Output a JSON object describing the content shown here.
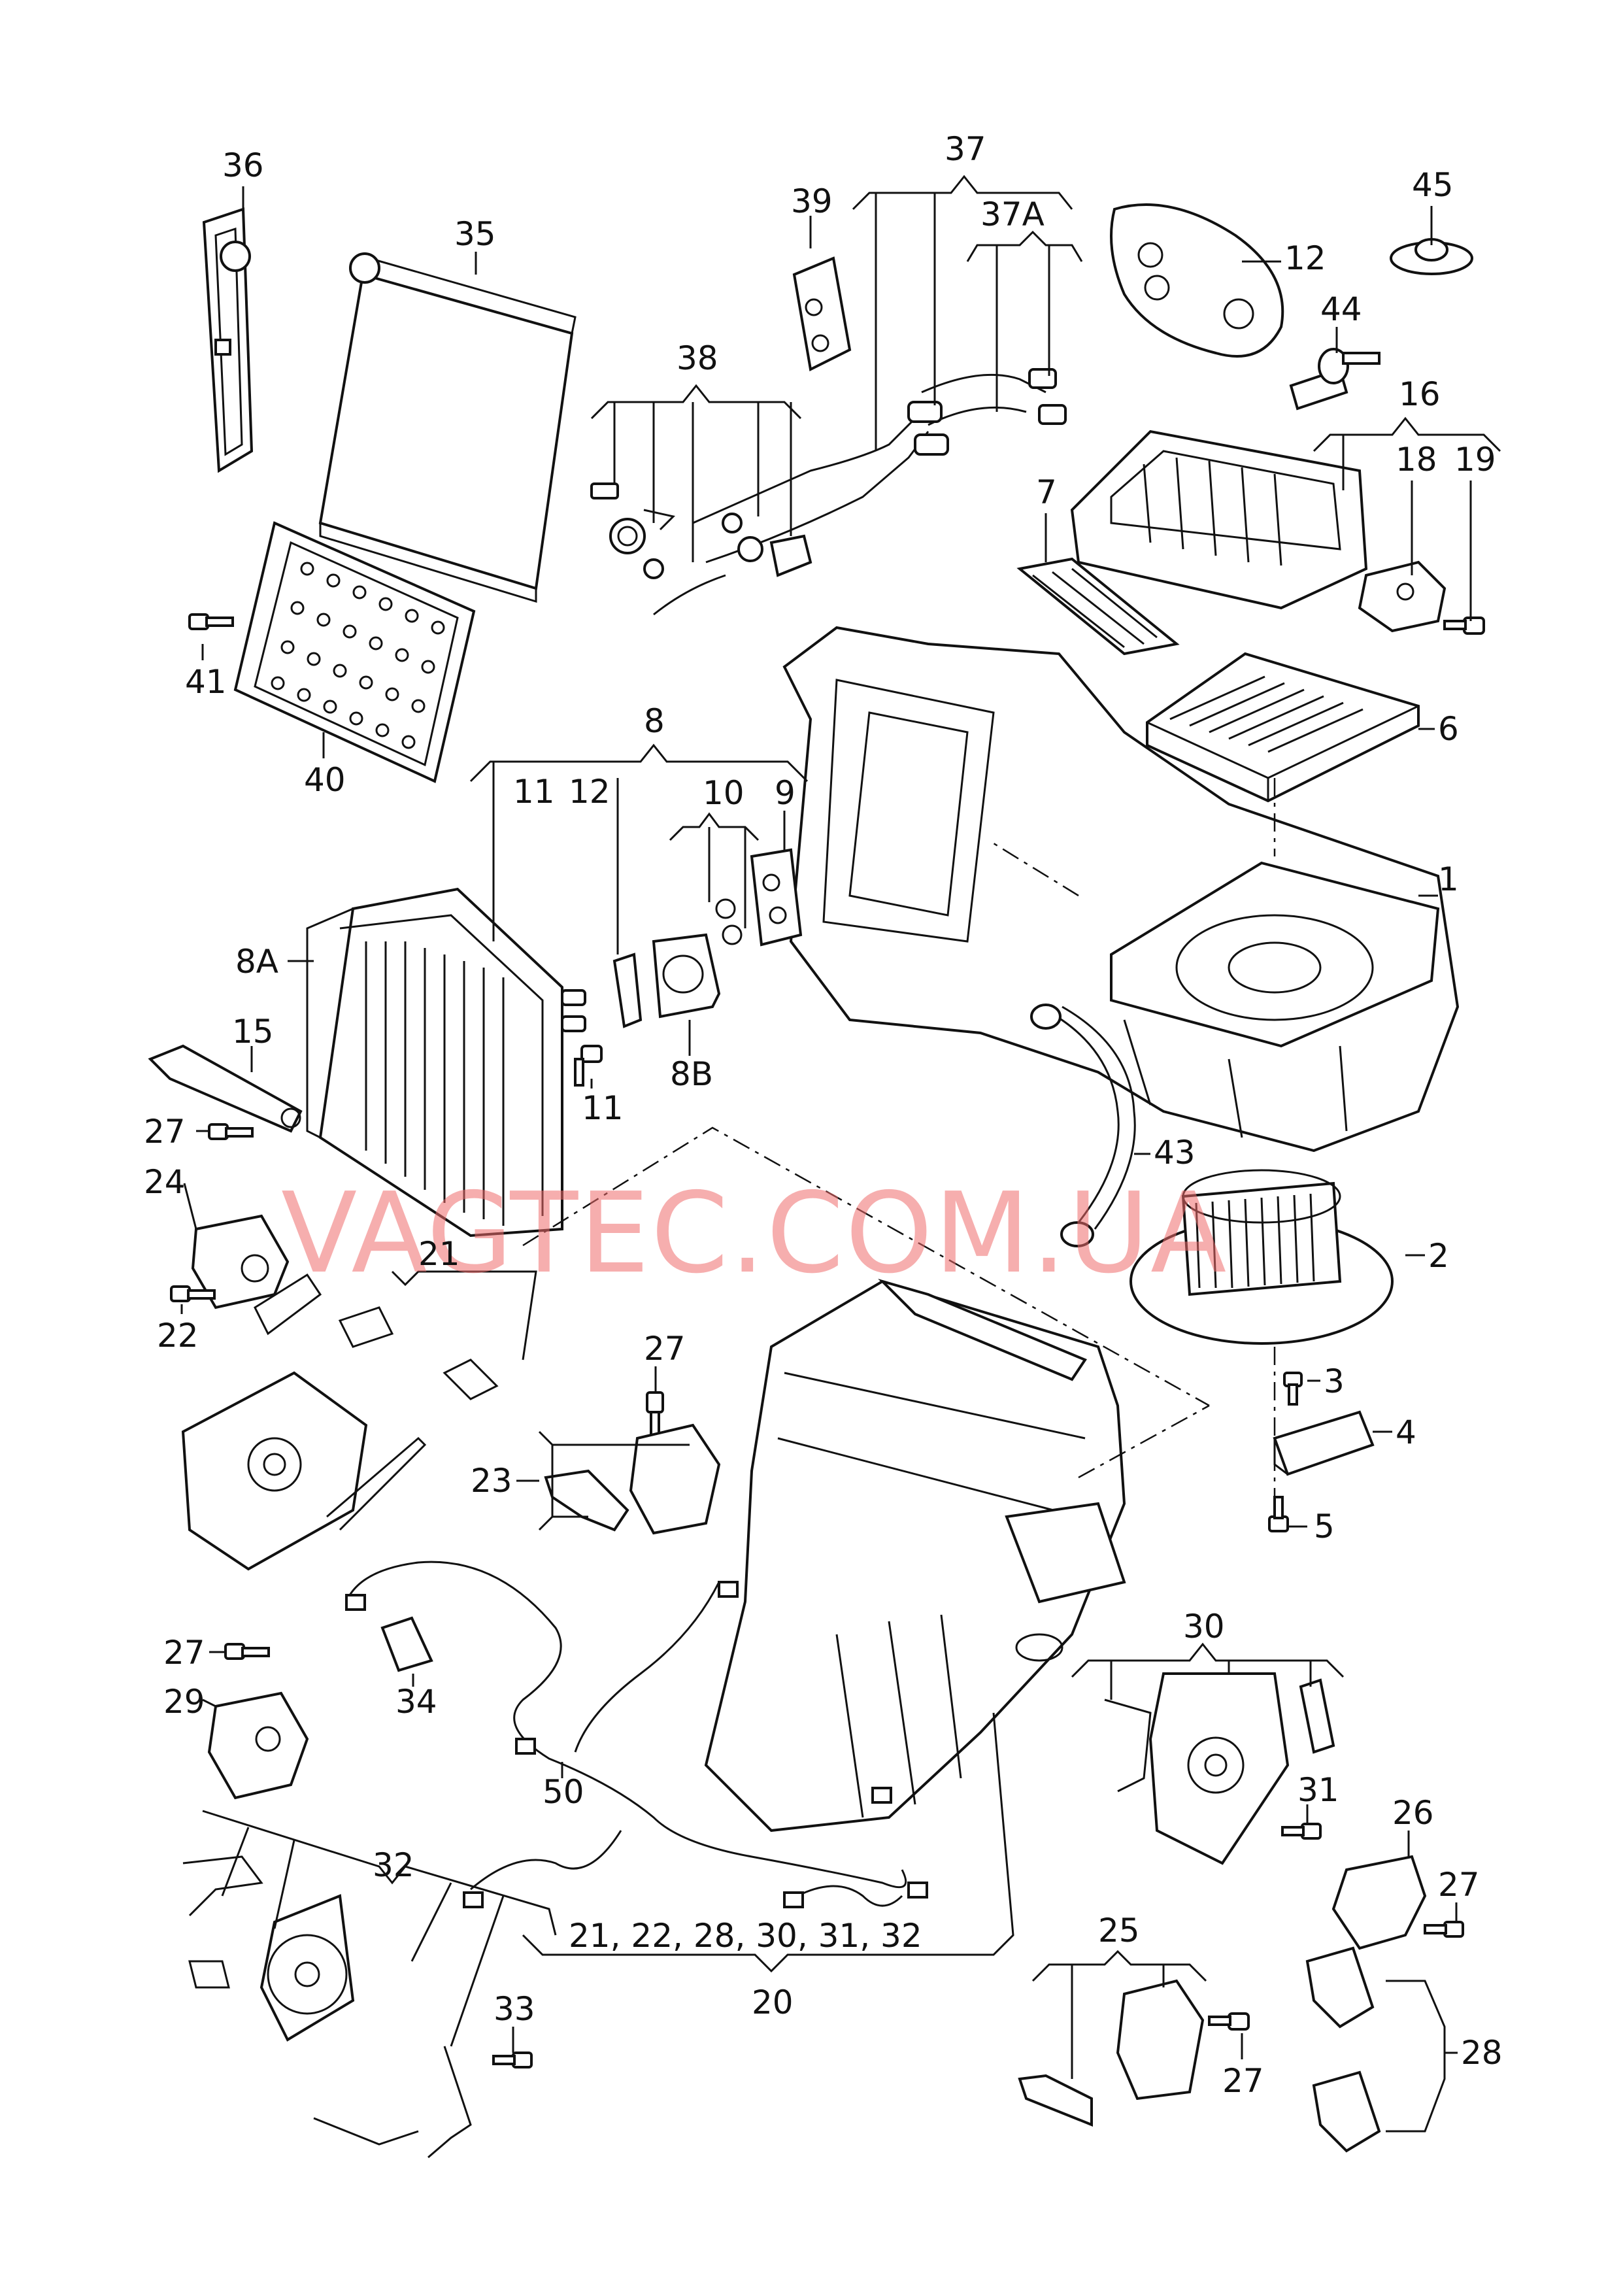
{
  "watermark": "VAGTEC.COM.UA",
  "callouts": {
    "c1": "1",
    "c2": "2",
    "c3": "3",
    "c4": "4",
    "c5": "5",
    "c6": "6",
    "c7": "7",
    "c8": "8",
    "c8a": "8A",
    "c8b": "8B",
    "c9": "9",
    "c10": "10",
    "c11a": "11",
    "c11b": "11",
    "c12a": "12",
    "c12b": "12",
    "c15": "15",
    "c16": "16",
    "c18": "18",
    "c19": "19",
    "c20": "20",
    "c21": "21",
    "c22": "22",
    "c23": "23",
    "c24": "24",
    "c25": "25",
    "c26": "26",
    "c27a": "27",
    "c27b": "27",
    "c27c": "27",
    "c27d": "27",
    "c27e": "27",
    "c28": "28",
    "c29": "29",
    "c30": "30",
    "c31": "31",
    "c32": "32",
    "c33": "33",
    "c34": "34",
    "c35": "35",
    "c36": "36",
    "c37": "37",
    "c37a": "37A",
    "c38": "38",
    "c39": "39",
    "c40": "40",
    "c41": "41",
    "c43": "43",
    "c44": "44",
    "c45": "45",
    "c50": "50"
  },
  "group_label": "21, 22, 28, 30, 31, 32"
}
